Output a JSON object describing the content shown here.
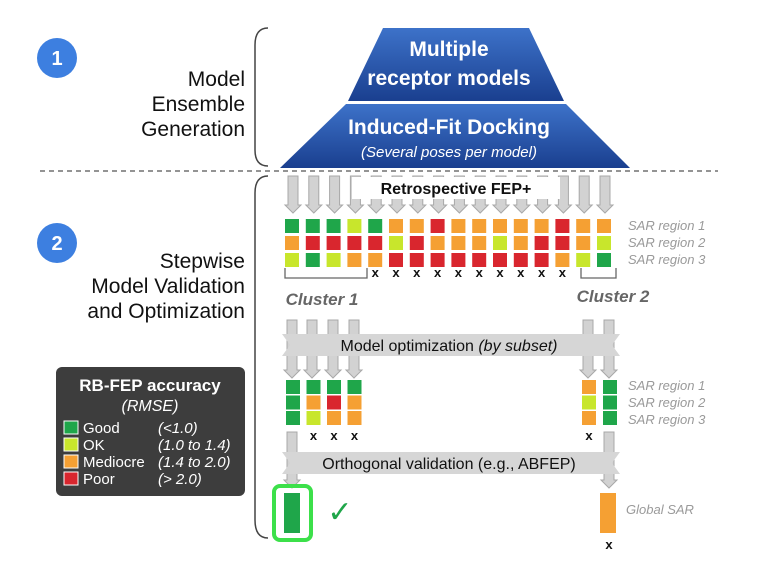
{
  "steps": [
    {
      "number": "1",
      "lines": [
        "Model",
        "Ensemble",
        "Generation"
      ]
    },
    {
      "number": "2",
      "lines": [
        "Stepwise",
        "Model Validation",
        "and Optimization"
      ]
    }
  ],
  "pyramid": {
    "top_lines": [
      "Multiple",
      "receptor models"
    ],
    "bottom_title": "Induced-Fit Docking",
    "bottom_subtitle": "(Several poses per model)"
  },
  "fep_label": "Retrospective FEP+",
  "sar_regions": [
    "SAR region 1",
    "SAR region 2",
    "SAR region 3"
  ],
  "clusters": [
    "Cluster 1",
    "Cluster 2"
  ],
  "optimization": {
    "main": "Model optimization ",
    "italic": "(by subset)"
  },
  "orthogonal_label": "Orthogonal validation (e.g., ABFEP)",
  "global_sar_label": "Global SAR",
  "check_symbol": "✓",
  "x_symbol": "x",
  "legend": {
    "title": "RB-FEP accuracy",
    "subtitle": "(RMSE)",
    "items": [
      {
        "label": "Good",
        "range": "(<1.0)",
        "color": "#1fa64a"
      },
      {
        "label": "OK",
        "range": "(1.0 to 1.4)",
        "color": "#c8e62c"
      },
      {
        "label": "Mediocre",
        "range": "(1.4 to 2.0)",
        "color": "#f5a033"
      },
      {
        "label": "Poor",
        "range": "(> 2.0)",
        "color": "#d9262e"
      }
    ]
  },
  "colors": {
    "good": "#1fa64a",
    "ok": "#c8e62c",
    "mediocre": "#f5a033",
    "poor": "#d9262e",
    "step_circle": "#3d7fe0",
    "pyramid_dark": "#1a3f8f",
    "pyramid_light": "#3d72c9",
    "arrow_gray": "#d2d2d2",
    "highlight": "#3ce04a"
  },
  "grid_top": {
    "columns": [
      [
        "good",
        "mediocre",
        "ok"
      ],
      [
        "good",
        "poor",
        "good"
      ],
      [
        "good",
        "poor",
        "ok"
      ],
      [
        "ok",
        "poor",
        "mediocre"
      ],
      [
        "good",
        "poor",
        "mediocre"
      ],
      [
        "mediocre",
        "ok",
        "poor"
      ],
      [
        "mediocre",
        "poor",
        "poor"
      ],
      [
        "poor",
        "mediocre",
        "poor"
      ],
      [
        "mediocre",
        "mediocre",
        "poor"
      ],
      [
        "mediocre",
        "mediocre",
        "poor"
      ],
      [
        "mediocre",
        "ok",
        "poor"
      ],
      [
        "mediocre",
        "mediocre",
        "poor"
      ],
      [
        "mediocre",
        "poor",
        "poor"
      ],
      [
        "poor",
        "poor",
        "mediocre"
      ],
      [
        "mediocre",
        "mediocre",
        "ok"
      ],
      [
        "mediocre",
        "ok",
        "good"
      ]
    ],
    "x_columns": [
      4,
      5,
      6,
      7,
      8,
      9,
      10,
      11,
      12,
      13
    ]
  },
  "grid_cluster1": {
    "columns": [
      [
        "good",
        "good",
        "good"
      ],
      [
        "good",
        "mediocre",
        "ok"
      ],
      [
        "good",
        "poor",
        "mediocre"
      ],
      [
        "good",
        "mediocre",
        "mediocre"
      ]
    ],
    "x_columns": [
      1,
      2,
      3
    ]
  },
  "grid_cluster2": {
    "columns": [
      [
        "mediocre",
        "ok",
        "mediocre"
      ],
      [
        "good",
        "good",
        "good"
      ]
    ],
    "x_columns": [
      0
    ]
  },
  "final": {
    "cluster1_color": "good",
    "cluster2_color": "mediocre"
  }
}
